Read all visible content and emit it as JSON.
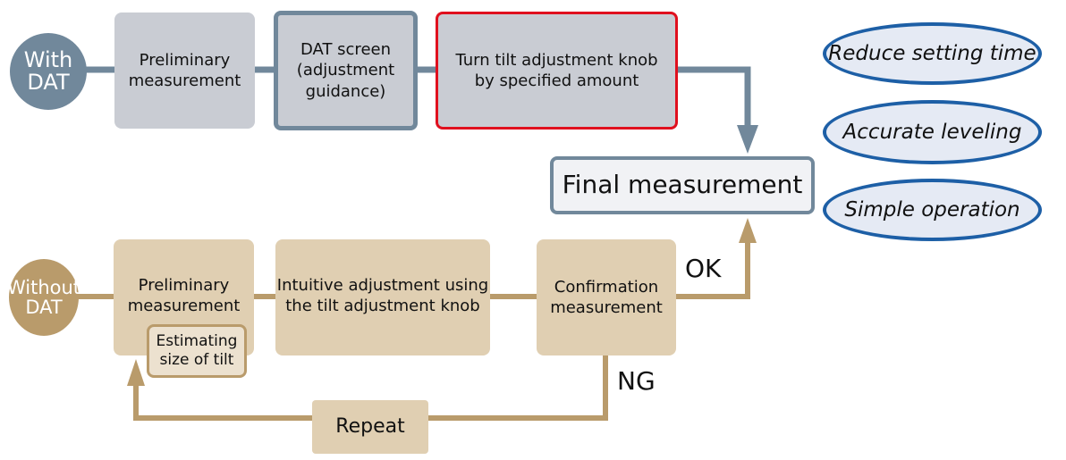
{
  "colors": {
    "with_dat": "#71889b",
    "without_dat": "#b99b6b",
    "gray_box": "#c9ccd3",
    "tan_box": "#e0cfb2",
    "highlight_border": "#e0101e",
    "oval_border": "#1d5fa6"
  },
  "with_dat": {
    "label_line1": "With",
    "label_line2": "DAT",
    "steps": [
      {
        "line1": "Preliminary",
        "line2": "measurement"
      },
      {
        "line1": "DAT screen",
        "line2": "(adjustment",
        "line3": "guidance)"
      },
      {
        "line1": "Turn tilt adjustment knob",
        "line2": "by specified amount"
      }
    ]
  },
  "final": {
    "label": "Final measurement"
  },
  "benefits": [
    "Reduce setting time",
    "Accurate leveling",
    "Simple operation"
  ],
  "without_dat": {
    "label_line1": "Without",
    "label_line2": "DAT",
    "steps": [
      {
        "line1": "Preliminary",
        "line2": "measurement"
      },
      {
        "line1": "Intuitive adjustment using",
        "line2": "the tilt adjustment knob"
      },
      {
        "line1": "Confirmation",
        "line2": "measurement"
      }
    ],
    "sub_note": {
      "line1": "Estimating",
      "line2": "size of tilt"
    },
    "ok_label": "OK",
    "ng_label": "NG",
    "repeat_label": "Repeat"
  }
}
